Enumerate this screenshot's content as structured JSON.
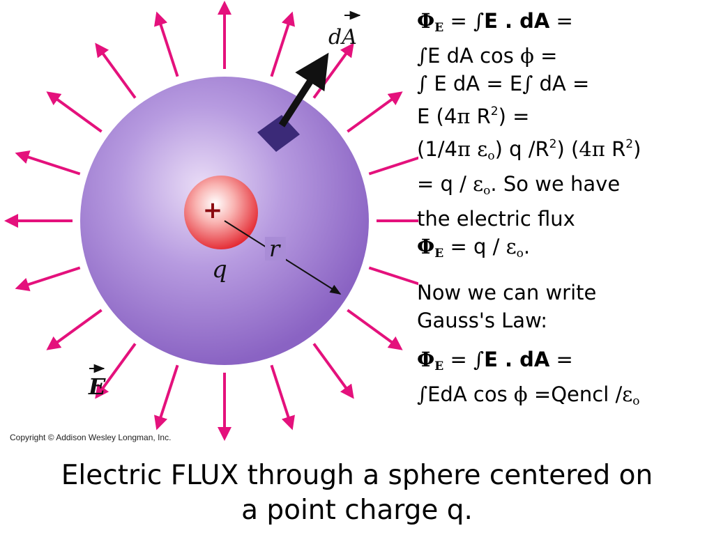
{
  "figure": {
    "charge_sign": "+",
    "charge_label": "q",
    "radius_label": "r",
    "area_vector_label": "dA",
    "field_label": "E",
    "copyright": "Copyright © Addison Wesley Longman, Inc.",
    "field_line_count": 20,
    "colors": {
      "sphere": "#9e7ed0",
      "field_arrows": "#e4117c",
      "charge": "#e8393f",
      "patch": "#3b2a78"
    }
  },
  "derivation": {
    "l1_phi": "Φ",
    "l1_sub": "E",
    "l1_eq": " = ",
    "l1_int": "∫",
    "l1_bold": "E . dA",
    "l1_end": " =",
    "l2_int": "∫",
    "l2_a": "E dA cos ",
    "l2_phi": "ϕ",
    "l2_end": " =",
    "l3_int1": "∫",
    "l3_a": " E dA = E",
    "l3_int2": "∫",
    "l3_b": " dA =",
    "l4_a": "E (4",
    "l4_pi": "π",
    "l4_b": " R",
    "l4_sup": "2",
    "l4_c": ") =",
    "l5_a": "(1/4",
    "l5_pi": "π ε",
    "l5_sub": "o",
    "l5_b": ") q /R",
    "l5_sup1": "2",
    "l5_c": ") (",
    "l5_4pi": "4π",
    "l5_d": " R",
    "l5_sup2": "2",
    "l5_e": ")",
    "l6_a": "= q / ",
    "l6_eps": "ε",
    "l6_sub": "o",
    "l6_b": ". So we have",
    "l7": "the electric flux",
    "l8_phi": "Φ",
    "l8_sub": "E",
    "l8_a": " = q / ",
    "l8_eps": "ε",
    "l8_sub2": "o",
    "l8_b": ".",
    "l9": "Now we can write",
    "l10": "Gauss's Law:",
    "l11_phi": "Φ",
    "l11_sub": "E",
    "l11_eq": " = ",
    "l11_int": "∫",
    "l11_bold": "E . dA",
    "l11_end": " =",
    "l12_int": "∫",
    "l12_a": "EdA cos ",
    "l12_phi": "ϕ",
    "l12_b": " =Qencl /",
    "l12_eps": "ε",
    "l12_sub": "o"
  },
  "caption": {
    "line1": "Electric FLUX through a sphere centered on",
    "line2": "a point charge q."
  }
}
